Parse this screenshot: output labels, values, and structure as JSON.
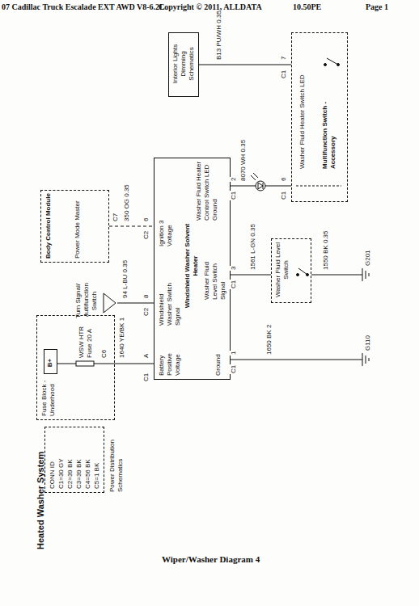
{
  "diagram": {
    "title": "Heated Washer System",
    "caption": "Wiper/Washer Diagram 4",
    "nodes": [
      {
        "text": [
          "Fuse Block - Underhood"
        ]
      },
      {
        "text": [
          "B+"
        ],
        "in": 0
      },
      {
        "text": [
          "CONN ID",
          "C1=30 GY",
          "C2=39 BK",
          "C3=39 BK",
          "C4=56 BK",
          "C5=1 BK"
        ]
      },
      {
        "text": [
          "Body Control Module",
          "Power Mode Master"
        ]
      },
      {
        "text": [
          "Turn Signal/ Multifunction Switch"
        ]
      },
      {
        "text": [
          "Windshield Washer Solvent Heater",
          "Battery Positive Voltage",
          "Windshield Washer Switch Signal",
          "Ignition 3 Voltage",
          "Ground",
          "Washer Fluid Level Switch Signal",
          "Washer Fluid Heater Control Switch LED Ground"
        ]
      },
      {
        "text": [
          "Washer Fluid Level Switch"
        ]
      },
      {
        "text": [
          "Interior Lights Dimming Schematics"
        ]
      },
      {
        "text": [
          "Multifunction Switch - Accessory",
          "Washer Fluid Heater Switch LED"
        ]
      },
      {
        "text": [
          "G110"
        ]
      },
      {
        "text": [
          "G201"
        ]
      }
    ],
    "edges": [
      {
        "from": 1,
        "to": 5,
        "arrow": "none"
      },
      {
        "from": 4,
        "to": 5,
        "arrow": "none"
      },
      {
        "from": 3,
        "to": 5,
        "arrow": "none"
      },
      {
        "from": 5,
        "to": 9,
        "arrow": "none"
      },
      {
        "from": 5,
        "to": 6,
        "arrow": "none"
      },
      {
        "from": 6,
        "to": 10,
        "arrow": "none"
      },
      {
        "from": 5,
        "to": 8,
        "arrow": "none"
      },
      {
        "from": 7,
        "to": 8,
        "arrow": "none"
      }
    ],
    "labels": [
      "07 Cadillac Truck Escalade EXT AWD V8-6.2L",
      "Copyright © 2011, ALLDATA",
      "10.50PE",
      "Page 1",
      "WSW HTR Fuse 20 A",
      "C6",
      "1640 YE/BK 1",
      "C1",
      "A",
      "94 L-BU 0.35",
      "C2",
      "8",
      "C7",
      "350 OG 0.35",
      "C2",
      "6",
      "C1",
      "1",
      "1650 BK 2",
      "C1",
      "3",
      "1561 L-GN 0.35",
      "1550 BK 0.35",
      "C1",
      "2",
      "8070 WH 0.35",
      "C1",
      "6",
      "B13 PU/WH 0.35",
      "C1",
      "7",
      "Power Distribution Schematics"
    ]
  }
}
